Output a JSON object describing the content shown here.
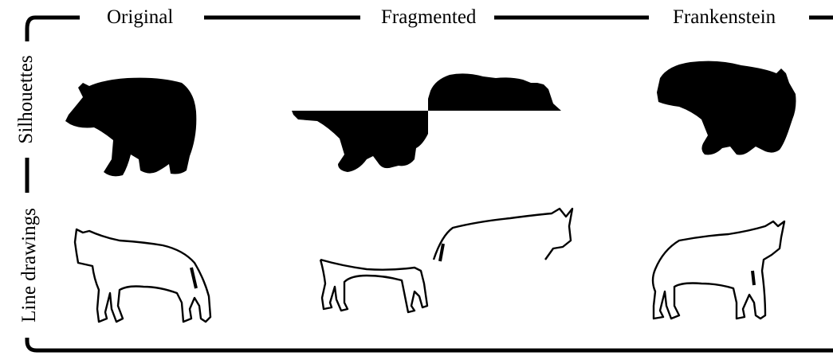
{
  "columns": [
    "Original",
    "Fragmented",
    "Frankenstein"
  ],
  "rows": [
    "Silhouettes",
    "Line drawings"
  ],
  "figures": [
    {
      "row": "Silhouettes",
      "column": "Original",
      "subject": "bear",
      "style": "filled black"
    },
    {
      "row": "Silhouettes",
      "column": "Fragmented",
      "subject": "bear",
      "style": "filled black, halves offset"
    },
    {
      "row": "Silhouettes",
      "column": "Frankenstein",
      "subject": "bear",
      "style": "filled black, halves recombined"
    },
    {
      "row": "Line drawings",
      "column": "Original",
      "subject": "wolf",
      "style": "black outline"
    },
    {
      "row": "Line drawings",
      "column": "Fragmented",
      "subject": "wolf",
      "style": "black outline, halves offset"
    },
    {
      "row": "Line drawings",
      "column": "Frankenstein",
      "subject": "wolf",
      "style": "black outline, halves recombined"
    }
  ],
  "colors": {
    "ink": "#000000",
    "background": "#ffffff"
  }
}
